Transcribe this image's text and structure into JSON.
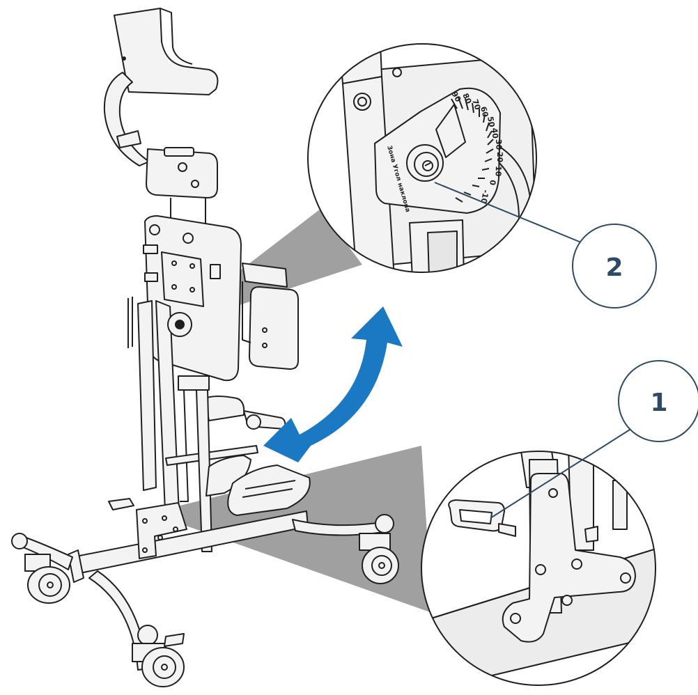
{
  "figure": {
    "colors": {
      "outline": "#1f1f1f",
      "frame_fill": "#f3f3f3",
      "shadow_cone": "#8a8a8a",
      "callout_ring": "#2e4a66",
      "callout_text": "#2e4a66",
      "arrow": "#1b78c2"
    },
    "arrow": {
      "icon": "curved-double-arrow-icon"
    }
  },
  "callouts": [
    {
      "number": "1"
    },
    {
      "number": "2"
    }
  ],
  "dial": {
    "ticks": [
      "90",
      "80",
      "70",
      "60",
      "50",
      "40",
      "30",
      "20",
      "10",
      "0",
      "-10"
    ],
    "side_text": "Зона Угол наклона"
  }
}
